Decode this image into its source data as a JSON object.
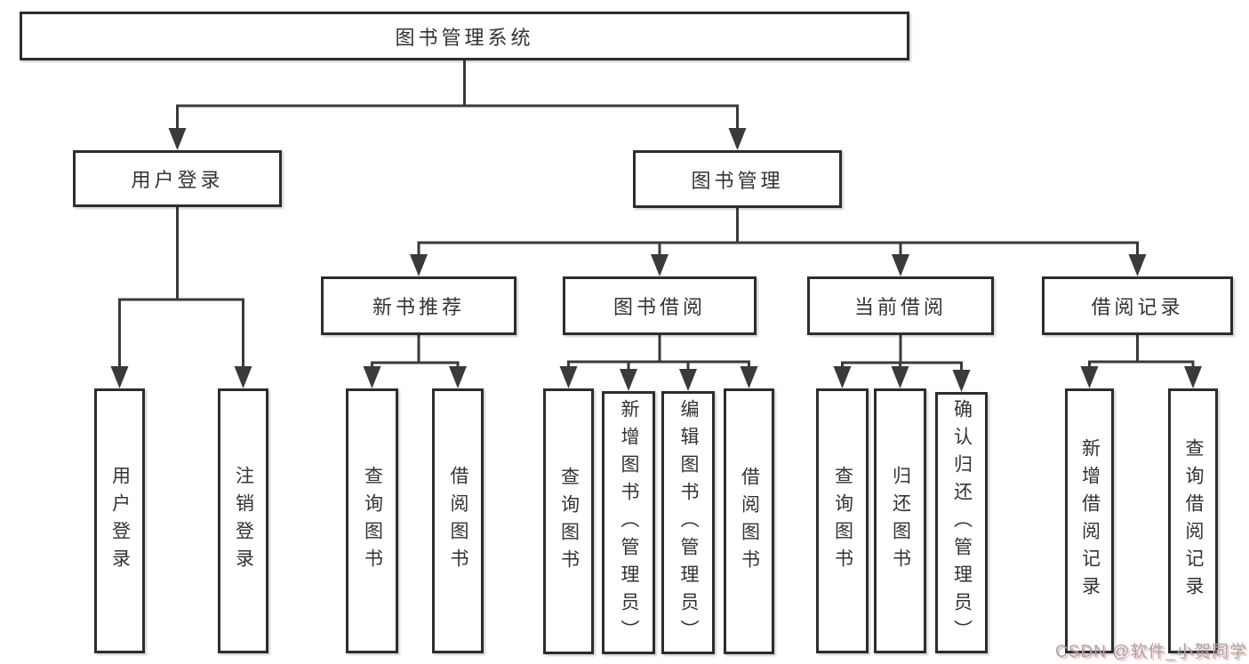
{
  "tree": {
    "root": {
      "label": "图书管理系统",
      "children": [
        {
          "label": "用户登录",
          "children": [
            {
              "label": "用户登录"
            },
            {
              "label": "注销登录"
            }
          ]
        },
        {
          "label": "图书管理",
          "children": [
            {
              "label": "新书推荐",
              "children": [
                {
                  "label": "查询图书"
                },
                {
                  "label": "借阅图书"
                }
              ]
            },
            {
              "label": "图书借阅",
              "children": [
                {
                  "label": "查询图书"
                },
                {
                  "label": "新增图书（管理员）"
                },
                {
                  "label": "编辑图书（管理员）"
                },
                {
                  "label": "借阅图书"
                }
              ]
            },
            {
              "label": "当前借阅",
              "children": [
                {
                  "label": "查询图书"
                },
                {
                  "label": "归还图书"
                },
                {
                  "label": "确认归还（管理员）"
                }
              ]
            },
            {
              "label": "借阅记录",
              "children": [
                {
                  "label": "新增借阅记录"
                },
                {
                  "label": "查询借阅记录"
                }
              ]
            }
          ]
        }
      ]
    }
  },
  "watermark": {
    "text": "CSDN @软件_小贺同学"
  },
  "colors": {
    "background": "#ffffff",
    "line": "#3a3a3a",
    "box_border": "#2d2d2d",
    "text": "#333333",
    "watermark_text": "#a6a6a6",
    "watermark_shadow": "#e87b7b"
  }
}
